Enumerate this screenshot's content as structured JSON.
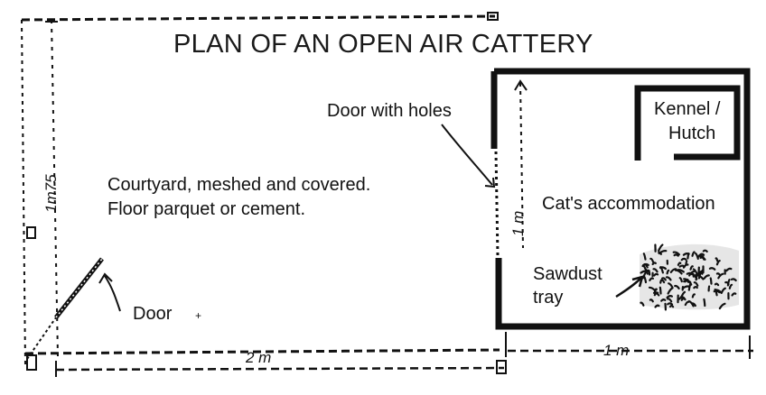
{
  "diagram": {
    "title": "PLAN OF AN OPEN AIR CATTERY",
    "labels": {
      "door_with_holes": "Door with holes",
      "courtyard_line1": "Courtyard, meshed and covered.",
      "courtyard_line2": "Floor parquet or cement.",
      "door": "Door",
      "kennel_line1": "Kennel /",
      "kennel_line2": "Hutch",
      "accommodation": "Cat's accommodation",
      "sawdust_line1": "Sawdust",
      "sawdust_line2": "tray"
    },
    "dimensions": {
      "courtyard_depth": "1m75",
      "courtyard_width": "2 m",
      "accommodation_depth": "1 m",
      "accommodation_width": "1 m"
    },
    "colors": {
      "ink": "#111111",
      "background": "#ffffff"
    }
  }
}
